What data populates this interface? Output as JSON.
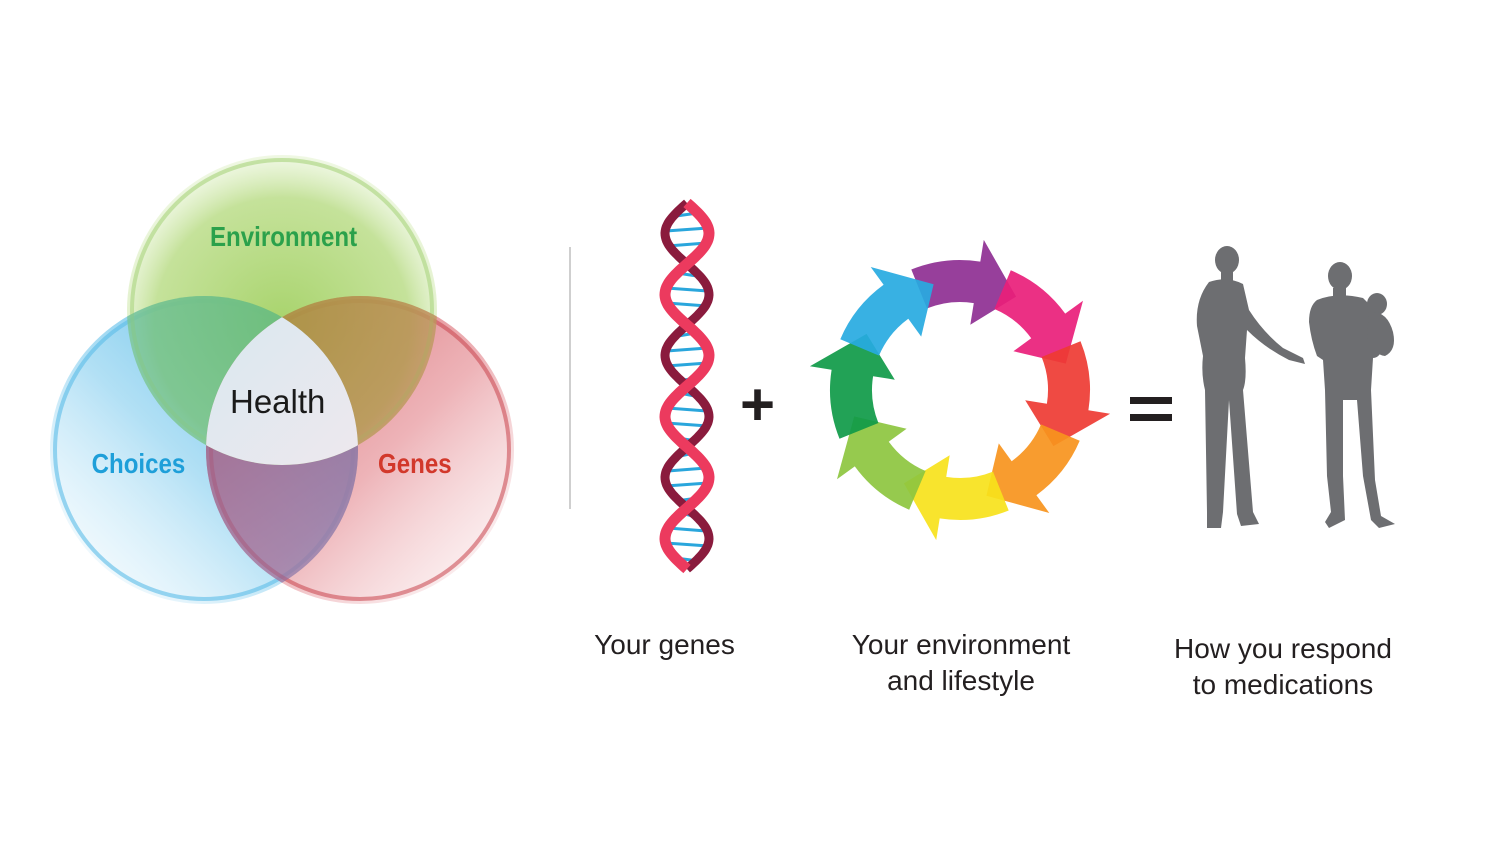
{
  "venn": {
    "top_label": "Environment",
    "left_label": "Choices",
    "right_label": "Genes",
    "center_label": "Health",
    "colors": {
      "environment": "#3aaa35",
      "choices": "#1e9fd9",
      "genes": "#d2382b"
    }
  },
  "equation": {
    "plus": "+",
    "equals": "=",
    "genes_caption_line1": "Your genes",
    "environment_caption_line1": "Your environment",
    "environment_caption_line2": "and lifestyle",
    "response_caption_line1": "How you respond",
    "response_caption_line2": "to medications"
  },
  "icons": {
    "dna": "dna-helix-icon",
    "cycle": "circular-arrows-icon",
    "people": "people-silhouette-icon"
  }
}
